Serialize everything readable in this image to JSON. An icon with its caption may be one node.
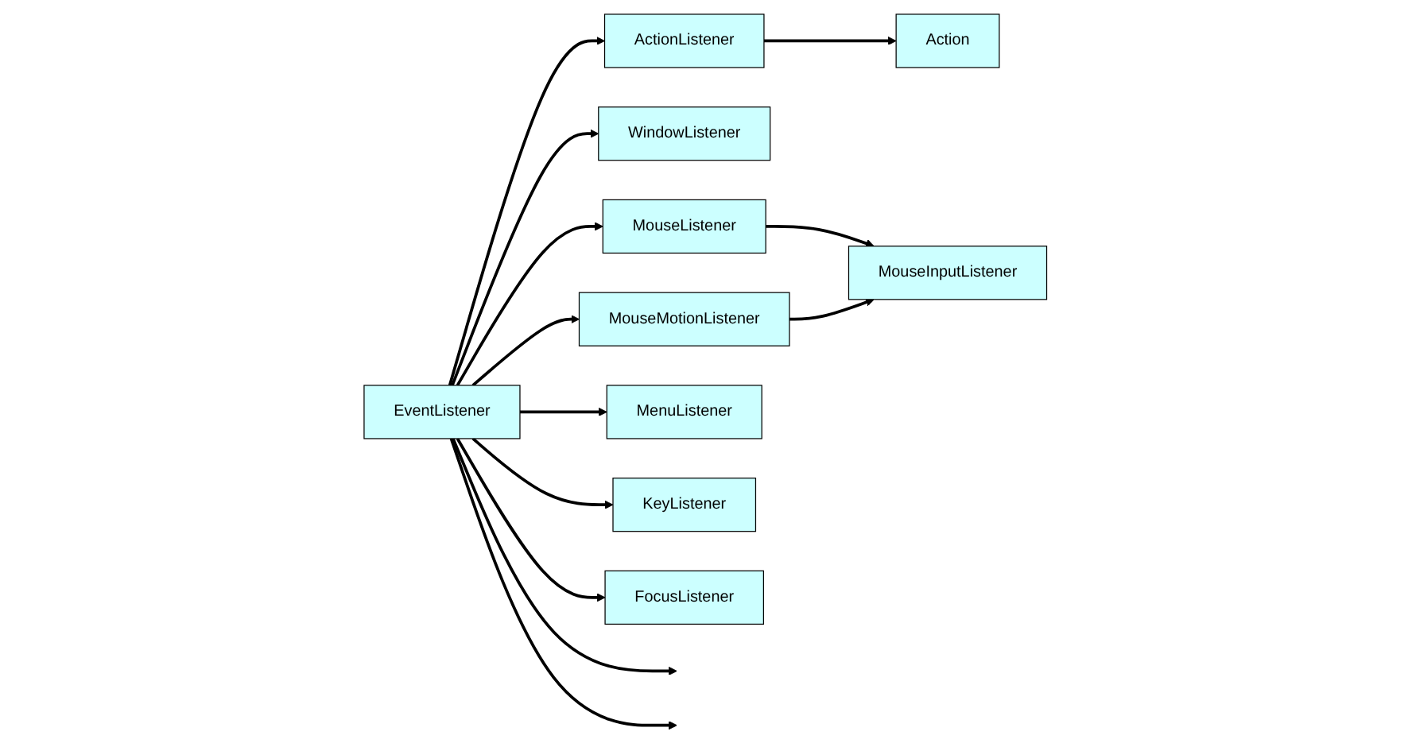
{
  "diagram": {
    "nodes": [
      {
        "text": [
          "EventListener"
        ]
      },
      {
        "text": [
          "ActionListener"
        ]
      },
      {
        "text": [
          "Action"
        ]
      },
      {
        "text": [
          "WindowListener"
        ]
      },
      {
        "text": [
          "MouseListener"
        ]
      },
      {
        "text": [
          "MouseInputListener"
        ]
      },
      {
        "text": [
          "MouseMotionListener"
        ]
      },
      {
        "text": [
          "MenuListener"
        ]
      },
      {
        "text": [
          "KeyListener"
        ]
      },
      {
        "text": [
          "FocusListener"
        ]
      }
    ],
    "edges": [
      {
        "from": 0,
        "to": 1,
        "arrow": "to"
      },
      {
        "from": 1,
        "to": 2,
        "arrow": "to"
      },
      {
        "from": 0,
        "to": 3,
        "arrow": "to"
      },
      {
        "from": 0,
        "to": 4,
        "arrow": "to"
      },
      {
        "from": 4,
        "to": 5,
        "arrow": "to"
      },
      {
        "from": 0,
        "to": 6,
        "arrow": "to"
      },
      {
        "from": 6,
        "to": 5,
        "arrow": "to"
      },
      {
        "from": 0,
        "to": 7,
        "arrow": "to"
      },
      {
        "from": 0,
        "to": 8,
        "arrow": "to"
      },
      {
        "from": 0,
        "to": 9,
        "arrow": "to"
      },
      {
        "from": 0,
        "to": null,
        "arrow": "to"
      },
      {
        "from": 0,
        "to": null,
        "arrow": "to"
      }
    ]
  }
}
